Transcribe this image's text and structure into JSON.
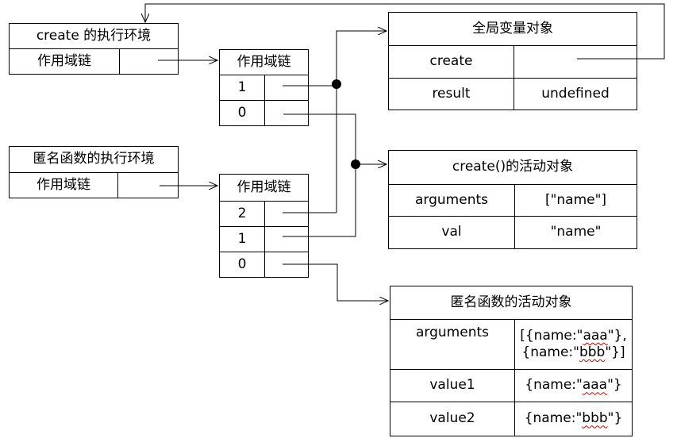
{
  "create_env": {
    "title": "create 的执行环境",
    "scope_chain_label": "作用域链"
  },
  "anon_env": {
    "title": "匿名函数的执行环境",
    "scope_chain_label": "作用域链"
  },
  "create_scope_chain": {
    "title": "作用域链",
    "indices": [
      "1",
      "0"
    ]
  },
  "anon_scope_chain": {
    "title": "作用域链",
    "indices": [
      "2",
      "1",
      "0"
    ]
  },
  "global_object": {
    "title": "全局变量对象",
    "rows": [
      {
        "name": "create",
        "value": ""
      },
      {
        "name": "result",
        "value": "undefined"
      }
    ]
  },
  "create_activation": {
    "title": "create()的活动对象",
    "rows": [
      {
        "name": "arguments",
        "value": "[\"name\"]"
      },
      {
        "name": "val",
        "value": "\"name\""
      }
    ]
  },
  "anon_activation": {
    "title": "匿名函数的活动对象",
    "rows": [
      {
        "name": "arguments",
        "value_line1": "[{name:\"",
        "value_line1_mark": "aaa",
        "value_line1_end": "\"},",
        "value_line2": "{name:\"",
        "value_line2_mark": "bbb",
        "value_line2_end": "\"}]"
      },
      {
        "name": "value1",
        "value_pre": "{name:\"",
        "value_mark": "aaa",
        "value_post": "\"}"
      },
      {
        "name": "value2",
        "value_pre": "{name:\"",
        "value_mark": "bbb",
        "value_post": "\"}"
      }
    ]
  }
}
